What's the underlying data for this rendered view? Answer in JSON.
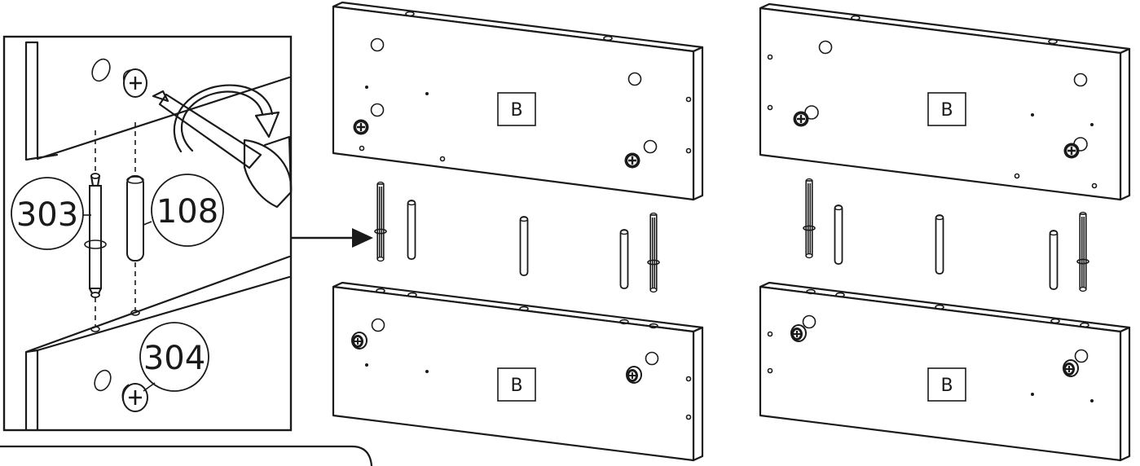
{
  "callouts": {
    "screw": "303",
    "dowel": "108",
    "cam": "304"
  },
  "panels": {
    "top_left_label": "B",
    "bottom_left_label": "B",
    "top_right_label": "B",
    "bottom_right_label": "B"
  }
}
